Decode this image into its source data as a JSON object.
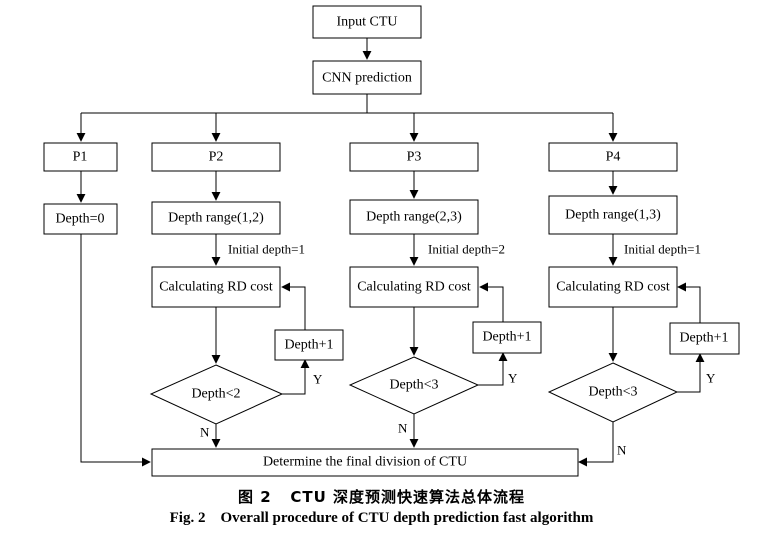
{
  "nodes": {
    "input": "Input CTU",
    "cnn": "CNN prediction",
    "p1": "P1",
    "p2": "P2",
    "p3": "P3",
    "p4": "P4",
    "depth0": "Depth=0",
    "range2": "Depth range(1,2)",
    "range3": "Depth range(2,3)",
    "range4": "Depth range(1,3)",
    "rd2": "Calculating RD cost",
    "rd3": "Calculating RD cost",
    "rd4": "Calculating RD cost",
    "inc2": "Depth+1",
    "inc3": "Depth+1",
    "inc4": "Depth+1",
    "cond2": "Depth<2",
    "cond3": "Depth<3",
    "cond4": "Depth<3",
    "final": "Determine the final division of CTU"
  },
  "labels": {
    "init2": "Initial depth=1",
    "init3": "Initial depth=2",
    "init4": "Initial depth=1",
    "yes": "Y",
    "no": "N"
  },
  "caption": {
    "cn": "图 2   CTU 深度预测快速算法总体流程",
    "en": "Fig. 2    Overall procedure of CTU depth prediction fast algorithm"
  }
}
